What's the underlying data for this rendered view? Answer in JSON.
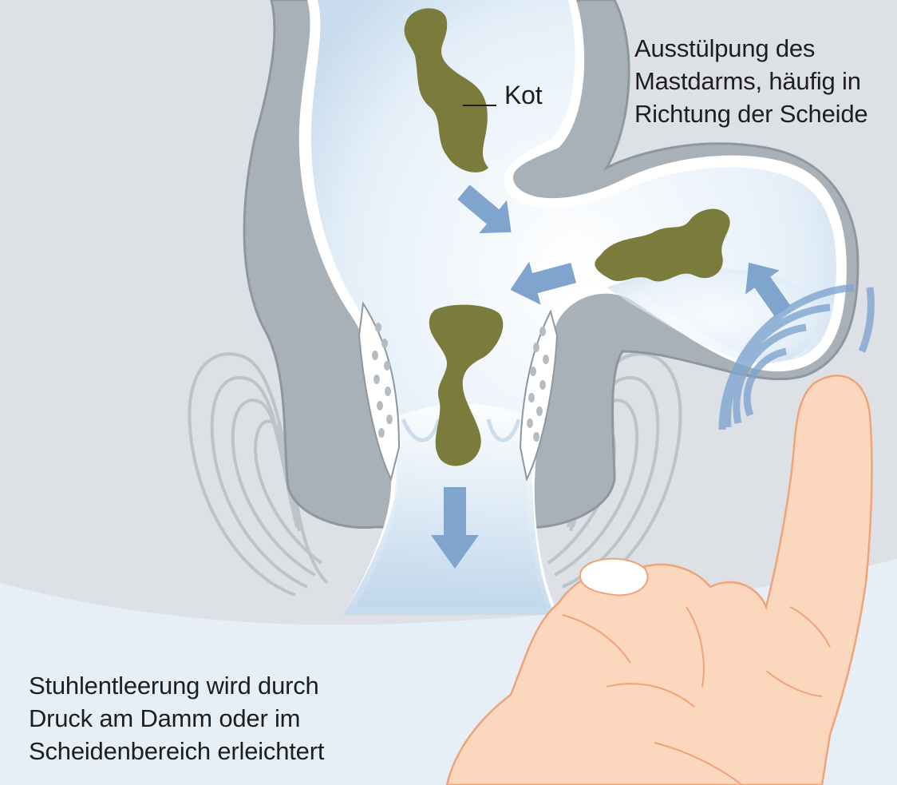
{
  "labels": {
    "kot": "Kot",
    "prolapse": [
      "Ausstülpung des",
      "Mastdarms, häufig in",
      "Richtung der Scheide"
    ],
    "defecation": [
      "Stuhlentleerung wird durch",
      "Druck am Damm oder im",
      "Scheidenbereich erleichtert"
    ]
  },
  "colors": {
    "background_tissue": "#dde1e6",
    "skin_area": "#e6eff6",
    "rectal_wall": "#a8b1b8",
    "lumen": "#e3eef8",
    "stool": "#7b7b3b",
    "arrow": "#7fa5cf",
    "finger": "#fbd7bd",
    "finger_outline": "#f0a279"
  },
  "icons": {
    "arrow": "arrow-icon",
    "pressure_waves": "pressure-waves-icon"
  }
}
